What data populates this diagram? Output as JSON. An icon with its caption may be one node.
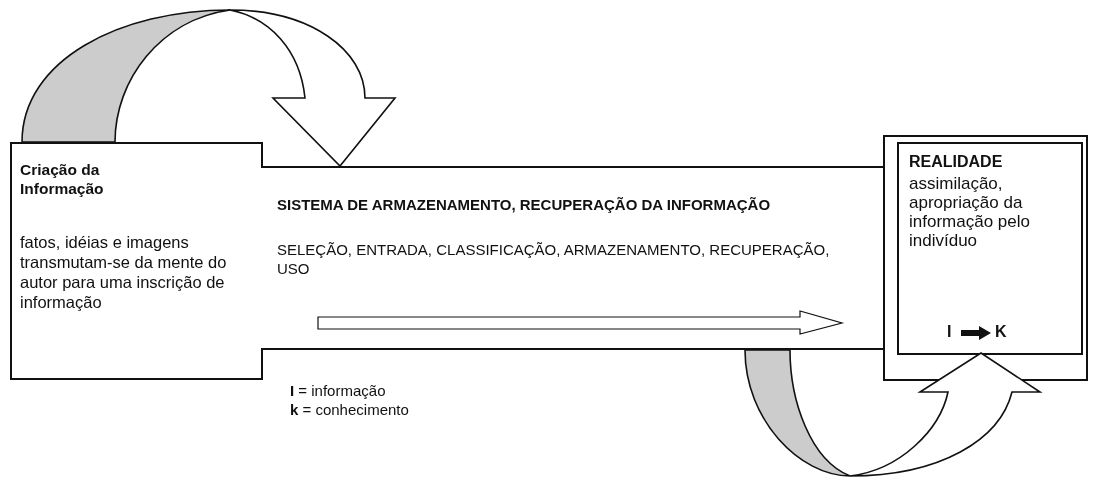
{
  "diagram": {
    "nodes": [
      {
        "text": [
          "Criação da Informação",
          "fatos, idéias e imagens transmutam-se da mente do autor para uma inscrição de informação"
        ]
      },
      {
        "text": [
          "SISTEMA DE ARMAZENAMENTO, RECUPERAÇÃO DA INFORMAÇÃO",
          "SELEÇÃO, ENTRADA, CLASSIFICAÇÃO, ARMAZENAMENTO, RECUPERAÇÃO, USO"
        ]
      },
      {
        "text": [],
        "shape": "box"
      },
      {
        "text": [
          "REALIDADE",
          "assimilação, apropriação da informação pelo indivíduo",
          "I",
          "K"
        ],
        "in": 2
      }
    ],
    "edges": [
      {
        "from": 0,
        "to": 1,
        "arrow": "to"
      },
      {
        "from": 1,
        "to": 3,
        "arrow": "to"
      }
    ],
    "labels": [
      "**I** = informação",
      "**k** = conhecimento"
    ]
  }
}
